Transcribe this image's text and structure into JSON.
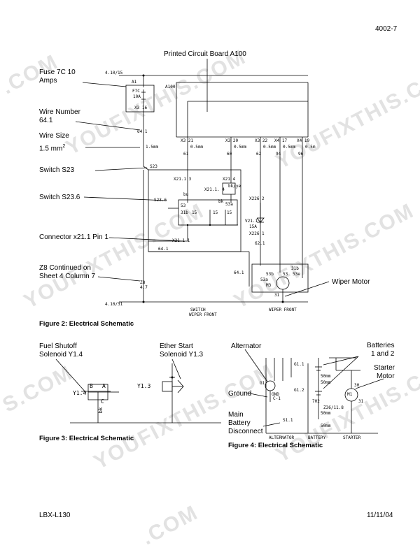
{
  "header": {
    "page_number": "4002-7"
  },
  "footer": {
    "model": "LBX-L130",
    "date": "11/11/04"
  },
  "watermark": {
    "text1": "YOUFIXTHIS.COM",
    "text2": ".COM",
    "text3": "S.COM"
  },
  "fig2": {
    "caption": "Figure 2: Electrical Schematic",
    "callouts": {
      "pcb": "Printed Circuit Board A100",
      "fuse_line1": "Fuse 7C 10",
      "fuse_line2": "Amps",
      "wire_number_line1": "Wire Number",
      "wire_number_line2": "64.1",
      "wire_size_line1": "Wire Size",
      "wire_size_line2": "1.5 mm",
      "wire_size_sup": "2",
      "switch_s23": "Switch S23",
      "switch_s236": "Switch S23.6",
      "connector": "Connector x21.1 Pin 1",
      "z8_line1": "Z8 Continued on",
      "z8_line2": "Sheet 4 Column 7",
      "wiper_motor": "Wiper Motor"
    },
    "labels": {
      "ref_top": "4.10/15",
      "a1": "A1",
      "f7c": "F7C",
      "f7c_rating": "10A",
      "x3_16": "X3 16",
      "a100": "A100",
      "w641": "64.1",
      "w15": "1.5mm",
      "x3_21": "X3 21",
      "x3_20": "X3 20",
      "x3_22": "X3 22",
      "x4_17": "X4 17",
      "x4_19": "X4 19",
      "w61": "61",
      "w60": "60",
      "w62": "62",
      "w94": "94",
      "w96": "96",
      "w05a": "0.5mm",
      "w05b": "0.5mm",
      "w05c": "0.5mm",
      "w05d": "0.5mm",
      "w05e": "0.5m",
      "s23": "S23",
      "x21_3": "X21.1 3",
      "x21_4": "X21 4",
      "x21_4b": "X21.1. 4",
      "bu": "bu",
      "bk": "bk",
      "bkye": "bk/ye",
      "s236": "S23.6",
      "x226_2": "X226 2",
      "t53": "53",
      "t53a": "53a",
      "t31b": "31b",
      "t15a": "15",
      "t15b": "15",
      "t15c": "15",
      "v211": "V21.1",
      "v211_rating": "15A",
      "x226_1": "X226 1",
      "x21_1": "X21.1 1",
      "w641b": "64.1",
      "w621": "62.1",
      "w641c": "64.1",
      "m3": "M3",
      "m53a": "53a",
      "m53b": "53b",
      "m53": "53",
      "m31b": "31b",
      "m53e": "53e",
      "m31": "31",
      "z8": "Z8",
      "z8_col": "4.7",
      "ref_bottom": "4.10/31",
      "switch_front_1": "SWITCH",
      "switch_front_2": "WIPER FRONT",
      "wiper_front": "WIPER FRONT"
    }
  },
  "fig3": {
    "caption": "Figure 3: Electrical Schematic",
    "callouts": {
      "fuel_line1": "Fuel Shutoff",
      "fuel_line2": "Solenoid Y1.4",
      "ether_line1": "Ether Start",
      "ether_line2": "Solenoid Y1.3"
    },
    "labels": {
      "y14": "Y1.4",
      "b": "B",
      "a": "A",
      "c": "C",
      "bk": "bk",
      "y13": "Y1.3"
    }
  },
  "fig4": {
    "caption": "Figure 4: Electrical Schematic",
    "callouts": {
      "alternator": "Alternator",
      "batteries_line1": "Batteries",
      "batteries_line2": "1 and 2",
      "starter_line1": "Starter",
      "starter_line2": "Motor",
      "ground": "Ground",
      "mbd_line1": "Main",
      "mbd_line2": "Battery",
      "mbd_line3": "Disconnect"
    },
    "labels": {
      "g1": "G1",
      "gnd": "GND",
      "c1": "C-1",
      "g11": "G1.1",
      "g12": "G1.2",
      "m1": "M1",
      "t30": "30",
      "t31": "31",
      "w702": "702",
      "z36": "Z36/11.8",
      "s11": "S1.1",
      "w50a": "50mm",
      "w50b": "50mm",
      "w50c": "50mm",
      "w50d": "50mm",
      "col_alt": "ALTERNATOR",
      "col_bat": "BATTERY",
      "col_start": "STARTER"
    }
  }
}
